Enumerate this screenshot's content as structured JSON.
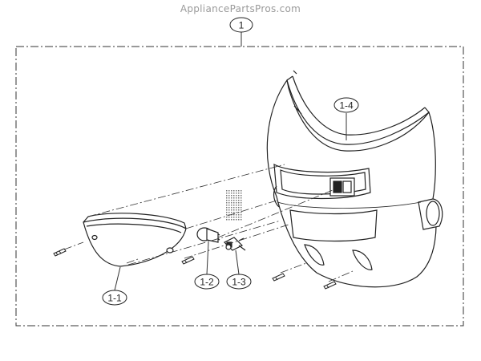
{
  "watermark": "AppliancePartsPros.com",
  "callouts": {
    "assembly": "1",
    "cover": "1-1",
    "bulb": "1-2",
    "socket": "1-3",
    "housing": "1-4"
  }
}
